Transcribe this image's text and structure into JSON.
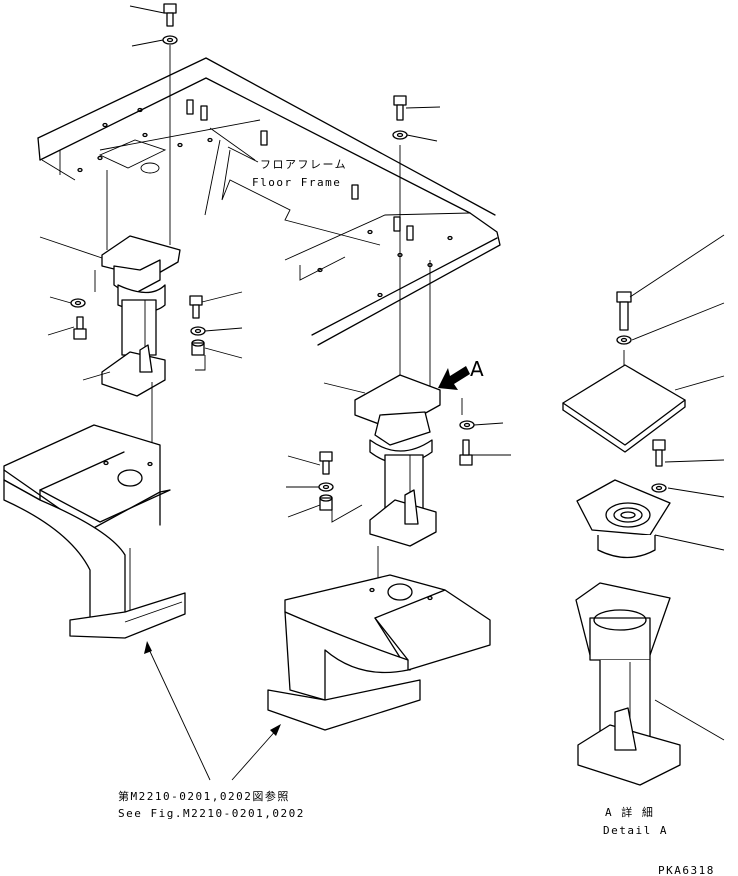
{
  "labels": {
    "floor_frame_jp": "フロアフレーム",
    "floor_frame_en": "Floor Frame",
    "view_arrow": "A",
    "see_fig_jp": "第M2210-0201,0202図参照",
    "see_fig_en": "See Fig.M2210-0201,0202",
    "detail_jp": "A 詳 細",
    "detail_en": "Detail A",
    "drawing_id": "PKA6318"
  }
}
